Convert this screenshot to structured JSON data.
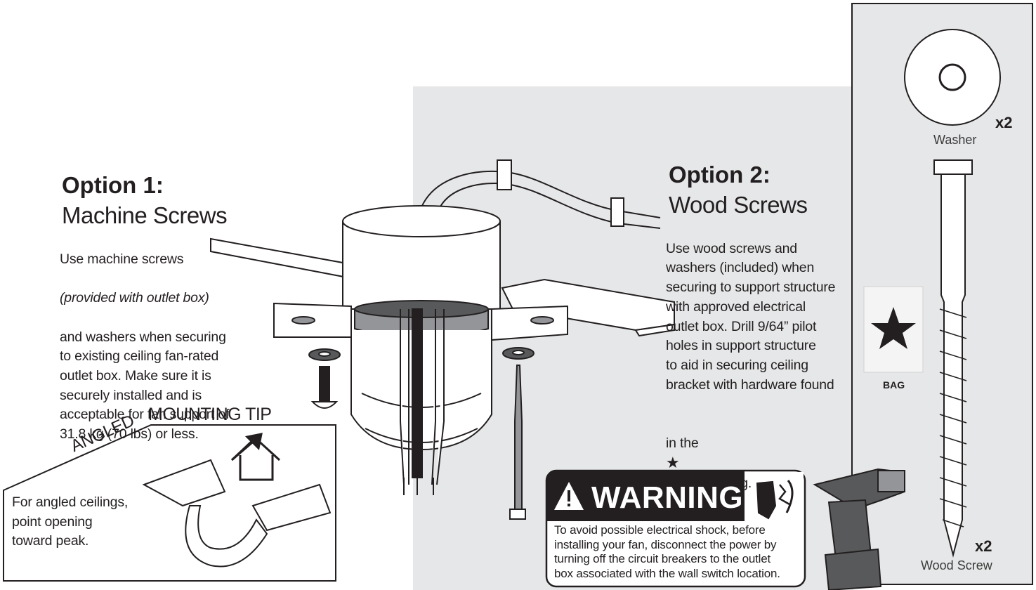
{
  "option1": {
    "heading": "Option 1:",
    "subheading": "Machine Screws",
    "line1": "Use machine screws",
    "line2_italic": "(provided with outlet box)",
    "rest": "and washers when securing\nto existing ceiling fan-rated\noutlet box. Make sure it is\nsecurely installed and is\nacceptable for fan support of\n31.8 kg (70 lbs) or less."
  },
  "option2": {
    "heading": "Option 2:",
    "subheading": "Wood Screws",
    "body": "Use wood screws and\nwashers (included) when\nsecuring to support structure\nwith approved electrical\noutlet box. Drill 9/64” pilot\nholes in support structure\nto aid in securing ceiling\nbracket with hardware found",
    "last_pre": "in the",
    "last_post": "hardware bag."
  },
  "tip": {
    "angled": "ANGLED",
    "mounting_tip": "MOUNTING TIP",
    "body": "For angled ceilings,\npoint opening\ntoward peak."
  },
  "hardware": {
    "washer_label": "Washer",
    "washer_qty": "x2",
    "screw_label": "Wood Screw",
    "screw_qty": "x2",
    "bag_label": "BAG"
  },
  "warning": {
    "title": "WARNING",
    "body": "To avoid possible electrical shock, before\ninstalling your fan, disconnect the power by\nturning off the circuit breakers to the outlet\nbox associated with the wall switch location."
  },
  "colors": {
    "panel_gray": "#e6e7e8",
    "ink": "#231f20",
    "drill_body": "#58595b",
    "warning_bg": "#231f20"
  }
}
